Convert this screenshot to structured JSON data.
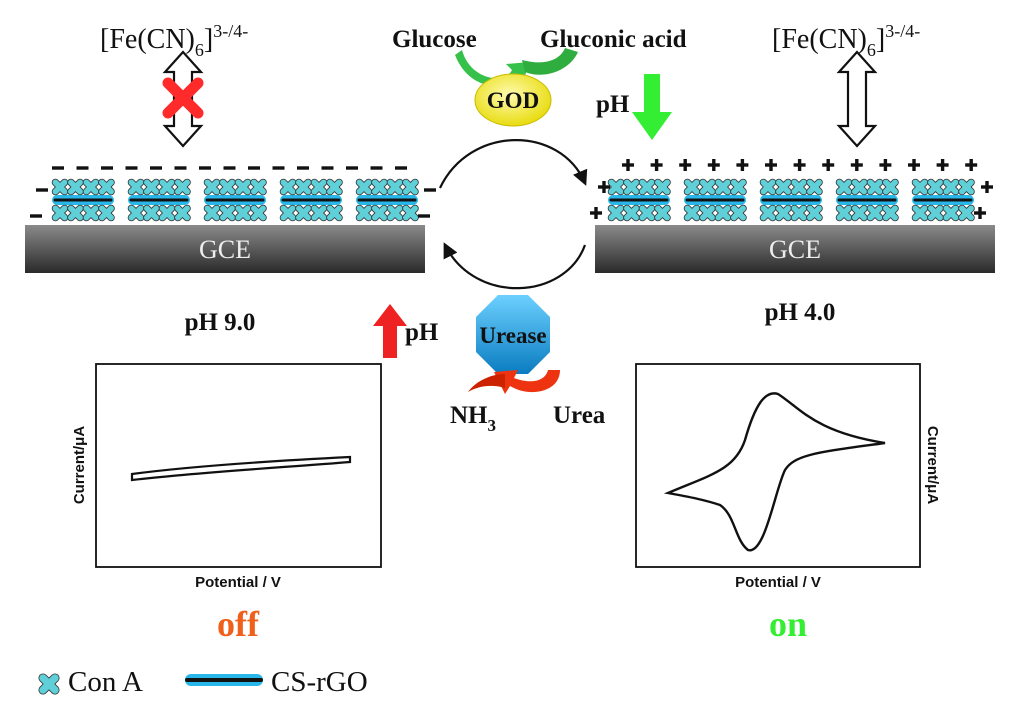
{
  "colors": {
    "con_a_fill": "#5fd0d8",
    "rgo_fill": "#29b6e8",
    "electrode": "#555555",
    "blocked": "#ff2a2a",
    "god": "#f4ea1a",
    "glucose_arrow": "#2ecc40",
    "ph_down": "#33ee33",
    "ph_up": "#ee2222",
    "urease": "#1aa0e0",
    "urea_arrow": "#ee3311",
    "off": "#f0601a",
    "on": "#33ee33"
  },
  "left": {
    "probe": "[Fe(CN)6]3-/4-",
    "probe_main": "[Fe(CN)",
    "probe_sub": "6",
    "probe_close": "]",
    "probe_sup": "3-/4-",
    "electrode": "GCE",
    "ph": "pH 9.0",
    "state": "off"
  },
  "right": {
    "probe": "[Fe(CN)6]3-/4-",
    "probe_main": "[Fe(CN)",
    "probe_sub": "6",
    "probe_close": "]",
    "probe_sup": "3-/4-",
    "electrode": "GCE",
    "ph": "pH 4.0",
    "state": "on"
  },
  "enzymes": {
    "god": "GOD",
    "glucose": "Glucose",
    "gluconic_acid": "Gluconic acid",
    "ph_label_top": "pH",
    "ph_label_bottom": "pH",
    "urease": "Urease",
    "nh3_main": "NH",
    "nh3_sub": "3",
    "urea": "Urea"
  },
  "plot_left": {
    "ylabel": "Current/μA",
    "xlabel": "Potential / V"
  },
  "plot_right": {
    "ylabel": "Current/μA",
    "xlabel": "Potential / V"
  },
  "legend": {
    "con_a": "Con A",
    "cs_rgo": "CS-rGO"
  }
}
